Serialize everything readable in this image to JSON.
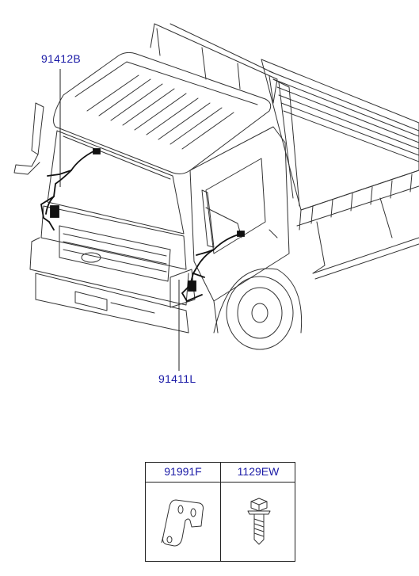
{
  "callouts": {
    "harness_top": "91412B",
    "harness_bottom": "91411L"
  },
  "parts": [
    {
      "number": "91991F",
      "icon": "bracket-icon"
    },
    {
      "number": "1129EW",
      "icon": "bolt-icon"
    }
  ],
  "colors": {
    "label_blue": "#1a1aa6",
    "line_black": "#222222"
  }
}
